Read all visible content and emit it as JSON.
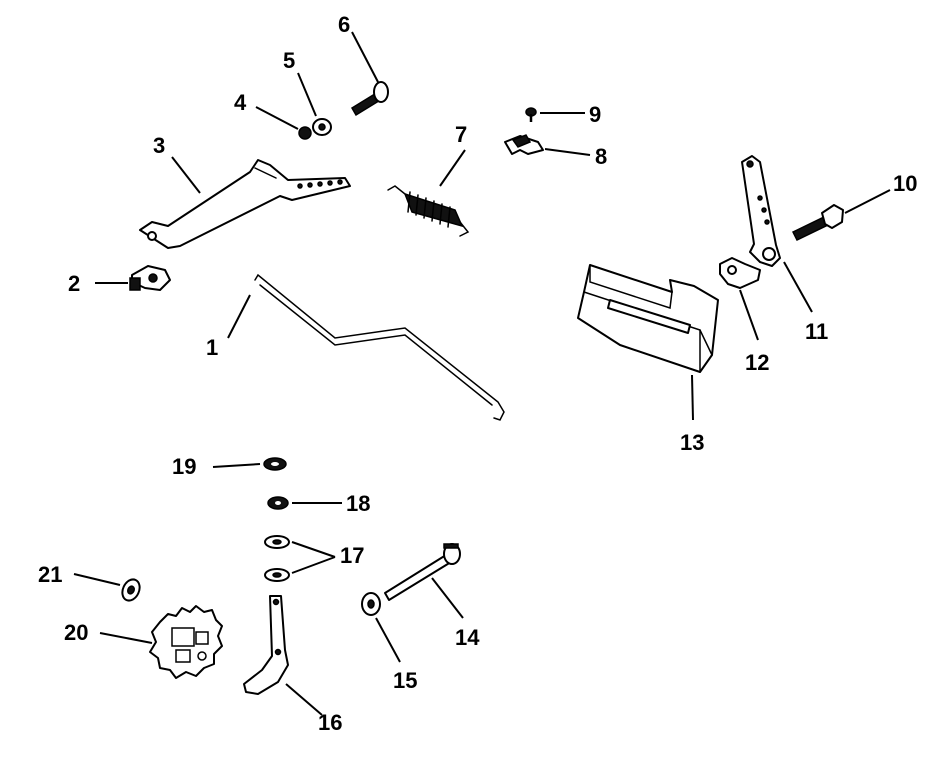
{
  "callouts": [
    {
      "id": "1",
      "part": "link-rod"
    },
    {
      "id": "2",
      "part": "clip"
    },
    {
      "id": "3",
      "part": "throttle-lever"
    },
    {
      "id": "4",
      "part": "nut"
    },
    {
      "id": "5",
      "part": "washer"
    },
    {
      "id": "6",
      "part": "bolt"
    },
    {
      "id": "7",
      "part": "spring"
    },
    {
      "id": "8",
      "part": "clamp"
    },
    {
      "id": "9",
      "part": "screw"
    },
    {
      "id": "10",
      "part": "bolt"
    },
    {
      "id": "11",
      "part": "lever"
    },
    {
      "id": "12",
      "part": "cam"
    },
    {
      "id": "13",
      "part": "bracket"
    },
    {
      "id": "14",
      "part": "pin"
    },
    {
      "id": "15",
      "part": "washer"
    },
    {
      "id": "16",
      "part": "governor-lever"
    },
    {
      "id": "17",
      "part": "washers"
    },
    {
      "id": "18",
      "part": "nut"
    },
    {
      "id": "19",
      "part": "washer"
    },
    {
      "id": "20",
      "part": "governor-gear"
    },
    {
      "id": "21",
      "part": "washer"
    }
  ]
}
